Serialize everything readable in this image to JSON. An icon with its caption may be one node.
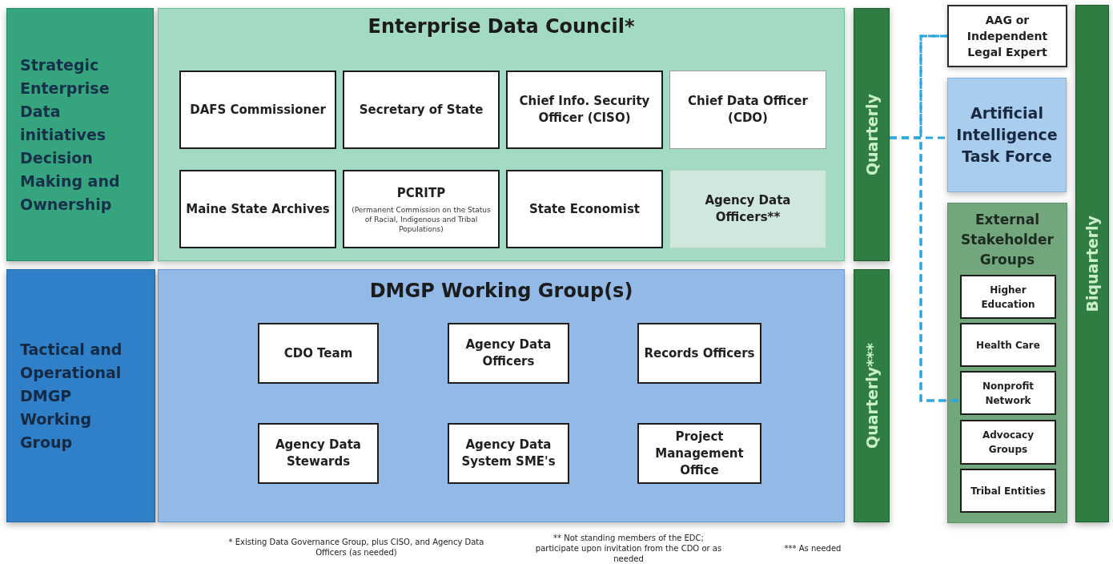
{
  "diagram": {
    "nodes": [
      {
        "text": [
          "Strategic Enterprise Data initiatives Decision Making and Ownership"
        ]
      },
      {
        "text": [
          "Enterprise Data Council*"
        ]
      },
      {
        "text": [
          "DAFS Commissioner"
        ],
        "in": 1
      },
      {
        "text": [
          "Secretary of State"
        ],
        "in": 1
      },
      {
        "text": [
          "Chief Info. Security Officer (CISO)"
        ],
        "in": 1
      },
      {
        "text": [
          "Chief Data Officer (CDO)"
        ],
        "in": 1
      },
      {
        "text": [
          "Maine State Archives"
        ],
        "in": 1
      },
      {
        "text": [
          "PCRITP",
          "(Permanent Commission on the Status of Racial, Indigenous and Tribal Populations)"
        ],
        "in": 1
      },
      {
        "text": [
          "State Economist"
        ],
        "in": 1
      },
      {
        "text": [
          "Agency Data Officers**"
        ],
        "in": 1
      },
      {
        "text": [
          "Quarterly"
        ]
      },
      {
        "text": [
          "Tactical and Operational DMGP Working Group"
        ]
      },
      {
        "text": [
          "DMGP Working Group(s)"
        ]
      },
      {
        "text": [
          "CDO Team"
        ],
        "in": 12
      },
      {
        "text": [
          "Agency Data Officers"
        ],
        "in": 12
      },
      {
        "text": [
          "Records Officers"
        ],
        "in": 12
      },
      {
        "text": [
          "Agency Data Stewards"
        ],
        "in": 12
      },
      {
        "text": [
          "Agency Data System SME's"
        ],
        "in": 12
      },
      {
        "text": [
          "Project Management Office"
        ],
        "in": 12
      },
      {
        "text": [
          "Quarterly***"
        ]
      },
      {
        "text": [
          "AAG or Independent Legal Expert"
        ]
      },
      {
        "text": [
          "Artificial Intelligence Task Force"
        ]
      },
      {
        "text": [
          "External Stakeholder Groups"
        ]
      },
      {
        "text": [
          "Higher Education"
        ],
        "in": 22
      },
      {
        "text": [
          "Health Care"
        ],
        "in": 22
      },
      {
        "text": [
          "Nonprofit Network"
        ],
        "in": 22
      },
      {
        "text": [
          "Advocacy Groups"
        ],
        "in": 22
      },
      {
        "text": [
          "Tribal Entities"
        ],
        "in": 22
      },
      {
        "text": [
          "Biquarterly"
        ]
      }
    ],
    "edges": [
      {
        "from": 10,
        "to": 21,
        "arrow": "none",
        "style": "dashed",
        "color": "#2aa7dd"
      },
      {
        "from": 20,
        "to": 25,
        "arrow": "none",
        "style": "dashed",
        "color": "#2aa7dd"
      },
      {
        "from": 10,
        "to": 20,
        "arrow": "none",
        "style": "dashed",
        "color": "#2aa7dd"
      },
      {
        "from": 10,
        "to": 25,
        "arrow": "none",
        "style": "dashed",
        "color": "#2aa7dd"
      }
    ],
    "labels": [
      "* Existing Data Governance Group, plus CISO, and Agency Data Officers (as needed)",
      "** Not standing members of the EDC; participate upon invitation from the CDO or as needed",
      "*** As needed"
    ]
  }
}
